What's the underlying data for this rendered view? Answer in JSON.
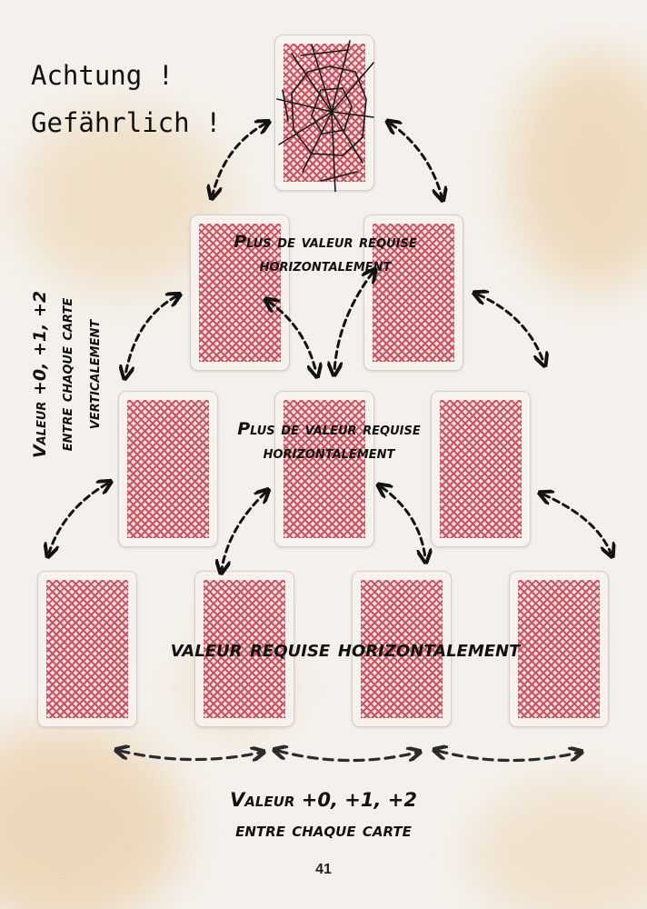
{
  "page": {
    "number": "41",
    "warning": {
      "line1": "Achtung !",
      "line2": "Gefährlich !"
    },
    "labels": {
      "row2_line1": "Plus de valeur requise",
      "row2_line2": "horizontalement",
      "row3_line1": "Plus de valeur requise",
      "row3_line2": "horizontalement",
      "bottom_row": "valeur requise horizontalement",
      "vertical_line1": "Valeur +0, +1, +2",
      "vertical_line2": "entre chaque carte",
      "vertical_line3": "verticalement",
      "footer_line1": "Valeur +0, +1, +2",
      "footer_line2": "entre chaque carte"
    }
  },
  "colors": {
    "card_pattern": "#c8555f",
    "card_bg": "#f7f2ee",
    "ink": "#111111",
    "stain": "#e8c79a"
  },
  "icons": {
    "broken_card": "broken-glass-icon",
    "arrows": "dashed-double-arrow-icon"
  }
}
